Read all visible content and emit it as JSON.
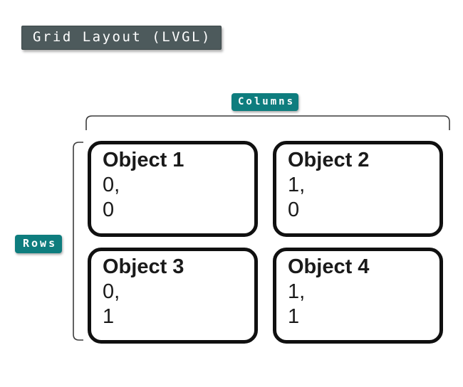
{
  "title": "Grid Layout (LVGL)",
  "labels": {
    "columns": "Columns",
    "rows": "Rows"
  },
  "objects": [
    {
      "title": "Object 1",
      "col": "0,",
      "row": "0"
    },
    {
      "title": "Object 2",
      "col": "1,",
      "row": "0"
    },
    {
      "title": "Object 3",
      "col": "0,",
      "row": "1"
    },
    {
      "title": "Object 4",
      "col": "1,",
      "row": "1"
    }
  ],
  "colors": {
    "badge_bg": "#4d5a5c",
    "badge_border": "#3d4849",
    "label_bg": "#0e7d7e",
    "card_border": "#101010",
    "bracket_stroke": "#3c3c3c",
    "background": "#ffffff",
    "text_dark": "#1a1a1a",
    "text_light": "#ffffff"
  }
}
